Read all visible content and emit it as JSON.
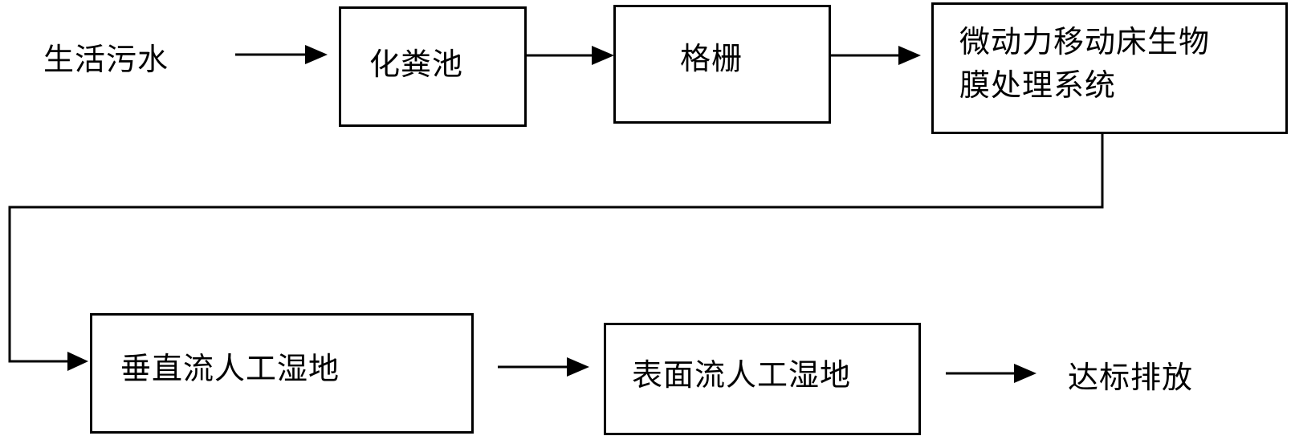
{
  "diagram": {
    "nodes": {
      "domestic_sewage": "生活污水",
      "septic_tank": "化粪池",
      "grille": "格栅",
      "biofilm_system_line1": "微动力移动床生物",
      "biofilm_system_line2": "膜处理系统",
      "vertical_wetland": "垂直流人工湿地",
      "surface_wetland": "表面流人工湿地",
      "discharge": "达标排放"
    }
  }
}
